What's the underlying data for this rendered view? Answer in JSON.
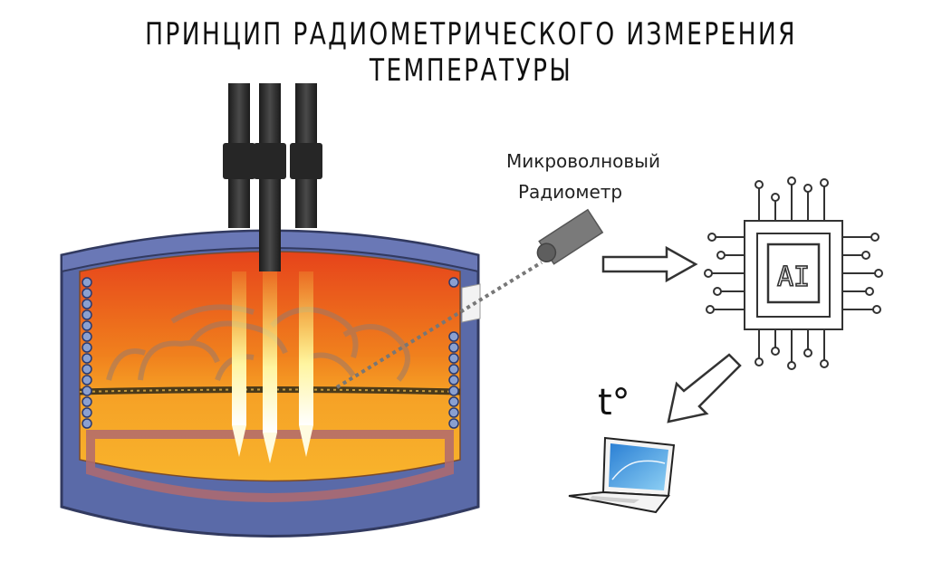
{
  "diagram": {
    "title": "ПРИНЦИП РАДИОМЕТРИЧЕСКОГО ИЗМЕРЕНИЯ ТЕМПЕРАТУРЫ",
    "radiometer_label_line1": "Микроволновый",
    "radiometer_label_line2": "Радиометр",
    "chip_label": "AI",
    "temperature_label": "t°"
  },
  "colors": {
    "furnace_shell": "#5a6aa8",
    "furnace_shell_dark": "#323a60",
    "molten_top": "#e8541c",
    "molten_mid": "#f7951f",
    "molten_bottom": "#f8b52a",
    "hearth": "#b06a6e",
    "electrode": "#2a2a2a",
    "arc": "#fff7a8"
  },
  "icons": [
    "radiometer-icon",
    "arrow-right-icon",
    "ai-chip-icon",
    "arrow-down-left-icon",
    "laptop-icon"
  ]
}
